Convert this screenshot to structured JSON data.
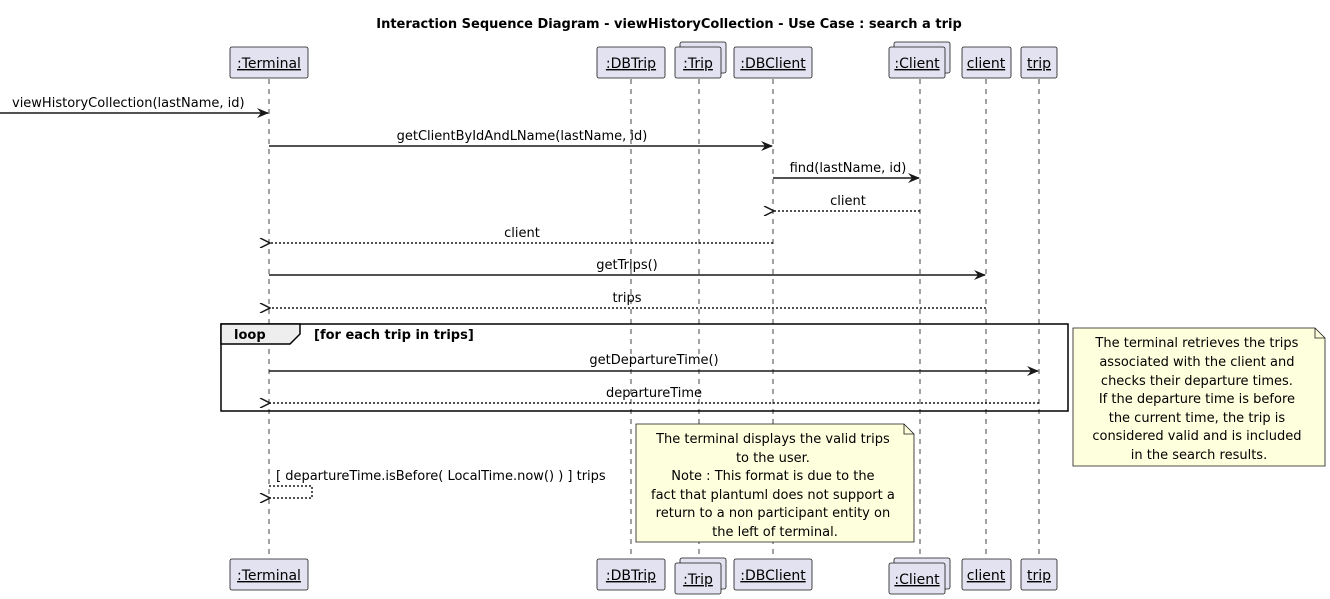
{
  "title": "Interaction Sequence Diagram - viewHistoryCollection - Use Case : search a trip",
  "participants": [
    {
      "id": "terminal",
      "label": ":Terminal",
      "multi": false
    },
    {
      "id": "dbtrip",
      "label": ":DBTrip",
      "multi": false
    },
    {
      "id": "trip_multi",
      "label": ":Trip",
      "multi": true
    },
    {
      "id": "dbclient",
      "label": ":DBClient",
      "multi": false
    },
    {
      "id": "client_multi",
      "label": ":Client",
      "multi": true
    },
    {
      "id": "client",
      "label": "client",
      "multi": false
    },
    {
      "id": "trip",
      "label": "trip",
      "multi": false
    }
  ],
  "messages": [
    {
      "id": "m1",
      "from": "external",
      "to": "terminal",
      "label": "viewHistoryCollection(lastName, id)",
      "type": "sync"
    },
    {
      "id": "m2",
      "from": "terminal",
      "to": "dbclient",
      "label": "getClientByIdAndLName(lastName, id)",
      "type": "sync"
    },
    {
      "id": "m3",
      "from": "dbclient",
      "to": "client_multi",
      "label": "find(lastName, id)",
      "type": "sync"
    },
    {
      "id": "m4",
      "from": "client_multi",
      "to": "dbclient",
      "label": "client",
      "type": "return"
    },
    {
      "id": "m5",
      "from": "dbclient",
      "to": "terminal",
      "label": "client",
      "type": "return"
    },
    {
      "id": "m6",
      "from": "terminal",
      "to": "client",
      "label": "getTrips()",
      "type": "sync"
    },
    {
      "id": "m7",
      "from": "client",
      "to": "terminal",
      "label": "trips",
      "type": "return"
    },
    {
      "id": "m8",
      "from": "terminal",
      "to": "trip",
      "label": "getDepartureTime()",
      "type": "sync"
    },
    {
      "id": "m9",
      "from": "trip",
      "to": "terminal",
      "label": "departureTime",
      "type": "return"
    },
    {
      "id": "m10",
      "from": "terminal",
      "to": "terminal",
      "label": "[ departureTime.isBefore( LocalTime.now() ) ] trips",
      "type": "self"
    }
  ],
  "loop": {
    "keyword": "loop",
    "guard": "[for each trip in trips]"
  },
  "notes": {
    "right": [
      "The terminal retrieves the trips",
      "associated with the client and",
      "checks their departure times.",
      "If the departure time is before",
      "the current time, the trip is",
      "considered valid and is included",
      "in the search results."
    ],
    "center": [
      "The terminal displays the valid trips",
      "to the user.",
      "Note : This format is due to the",
      "fact that plantuml does not support a",
      "return to a non participant entity on",
      "the left of terminal."
    ]
  },
  "colors": {
    "participant_fill": "#E2E2F0",
    "participant_stroke": "#181818",
    "note_fill": "#FEFFDD",
    "lifeline": "#181818"
  }
}
